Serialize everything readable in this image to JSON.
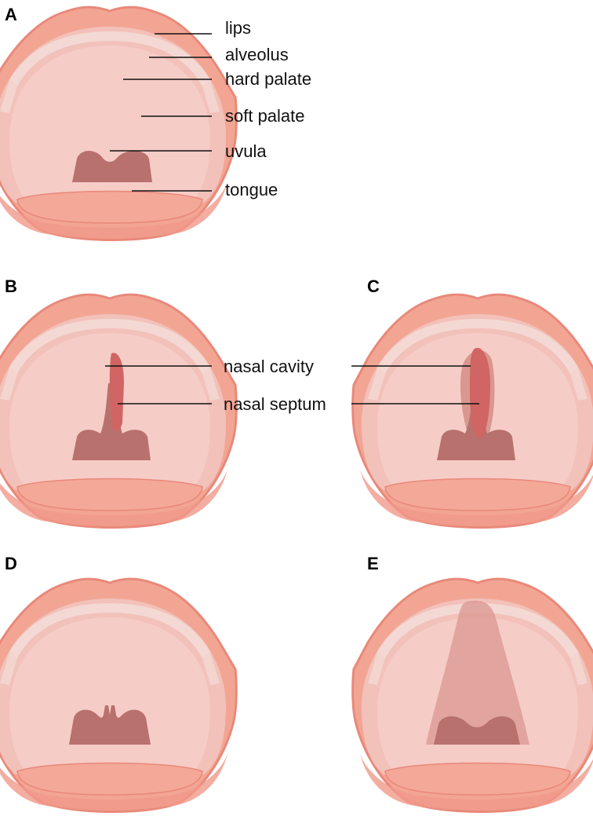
{
  "figure": {
    "panels": [
      {
        "id": "A",
        "letter": "A"
      },
      {
        "id": "B",
        "letter": "B"
      },
      {
        "id": "C",
        "letter": "C"
      },
      {
        "id": "D",
        "letter": "D"
      },
      {
        "id": "E",
        "letter": "E"
      }
    ],
    "labels": {
      "lips": "lips",
      "alveolus": "alveolus",
      "hard_palate": "hard palate",
      "soft_palate": "soft palate",
      "uvula": "uvula",
      "tongue": "tongue",
      "nasal_cavity": "nasal cavity",
      "nasal_septum": "nasal septum"
    },
    "colors": {
      "lip_outer": "#f3a594",
      "lip_edge": "#e8897a",
      "palate": "#f2c1ba",
      "palate_inner": "#f6ccc6",
      "teeth": "#f4dcd7",
      "uvula": "#b9716e",
      "tongue": "#f4a898",
      "cleft": "#d06563",
      "cleft_light": "#d99790"
    }
  }
}
